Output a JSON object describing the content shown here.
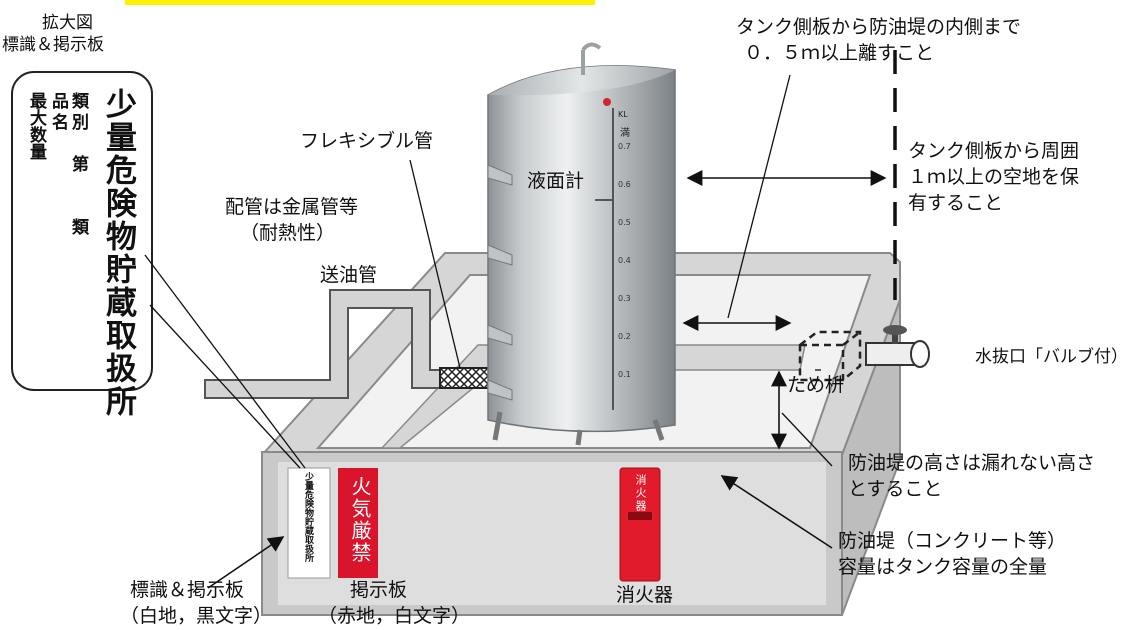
{
  "zoom_title": "拡大図",
  "zoom_subtitle": "標識＆掲示板",
  "zoom_sign": {
    "main": "少量危険物貯蔵取扱所",
    "row1": "類別　第　　類",
    "row2": "品名",
    "row3": "最大数量"
  },
  "labels": {
    "flexible_pipe": "フレキシブル管",
    "level_gauge": "液面計",
    "piping_line1": "配管は金属管等",
    "piping_line2": "（耐熱性）",
    "oil_pipe": "送油管",
    "clearance_line1": "タンク側板から防油堤の内側まで",
    "clearance_line2": "０．５ｍ以上離すこと",
    "space_line1": "タンク側板から周囲",
    "space_line2": "１ｍ以上の空地を保",
    "space_line3": "有すること",
    "drain": "水抜口「バルブ付）",
    "sump": "ため枡",
    "dike_height_line1": "防油堤の高さは漏れない高さ",
    "dike_height_line2": "とすること",
    "dike_line1": "防油堤（コンクリート等）",
    "dike_line2": "容量はタンク容量の全量",
    "sign_board_line1": "標識＆掲示板",
    "sign_board_line2": "（白地，黒文字）",
    "notice_line1": "掲示板",
    "notice_line2": "（赤地，白文字）",
    "extinguisher": "消火器"
  },
  "red_notice": "火気厳禁",
  "extinguisher_sign": "消火器",
  "gauge": {
    "unit": "KL",
    "top_label": "満",
    "marks": [
      "0.7",
      "0.6",
      "0.5",
      "0.4",
      "0.3",
      "0.2",
      "0.1"
    ]
  },
  "colors": {
    "dike_fill": "#d9d9d9",
    "dike_stroke": "#808080",
    "notice_red": "#d9142b",
    "highlight_yellow": "#fff200",
    "tank_silver": "#bfc3c6"
  }
}
